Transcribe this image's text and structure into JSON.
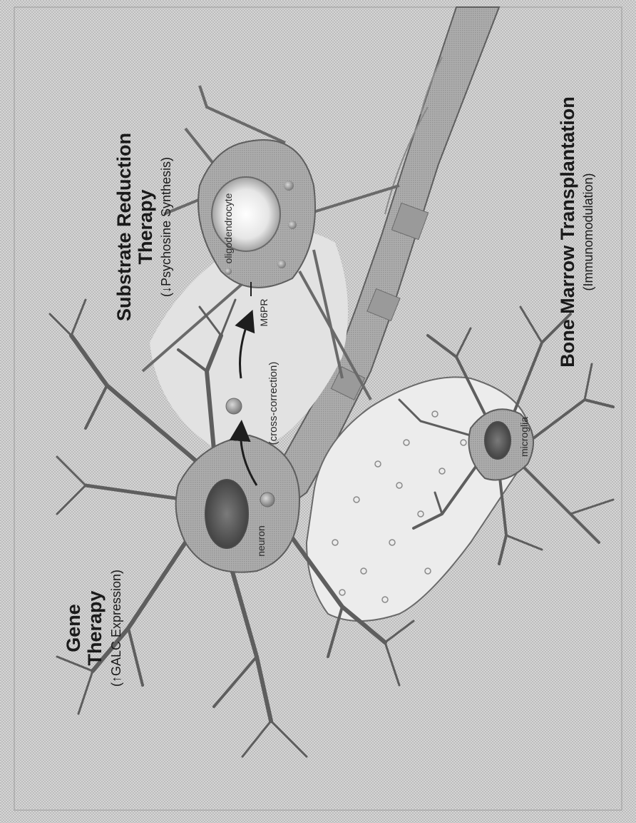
{
  "diagram": {
    "gene_therapy": {
      "title_line1": "Gene",
      "title_line2": "Therapy",
      "subtitle": "(↑GALC Expression)"
    },
    "substrate_reduction": {
      "title_line1": "Substrate Reduction",
      "title_line2": "Therapy",
      "subtitle": "(↓Psychosine Synthesis)"
    },
    "bone_marrow": {
      "title": "Bone Marrow Transplantation",
      "subtitle": "(Immunomodulation)"
    },
    "cell_labels": {
      "neuron": "neuron",
      "oligodendrocyte": "oligodendrocyte",
      "microglia": "microglia"
    },
    "arrow_labels": {
      "cross_correction": "(cross-correction)",
      "m6pr": "M6PR"
    },
    "colors": {
      "background": "#d2d2d2",
      "cell_fill": "#a6a6a6",
      "cell_outline": "#5e5e5e",
      "cell_region_light": "#ececec",
      "nucleus_dark": "#5a5a5a"
    }
  }
}
